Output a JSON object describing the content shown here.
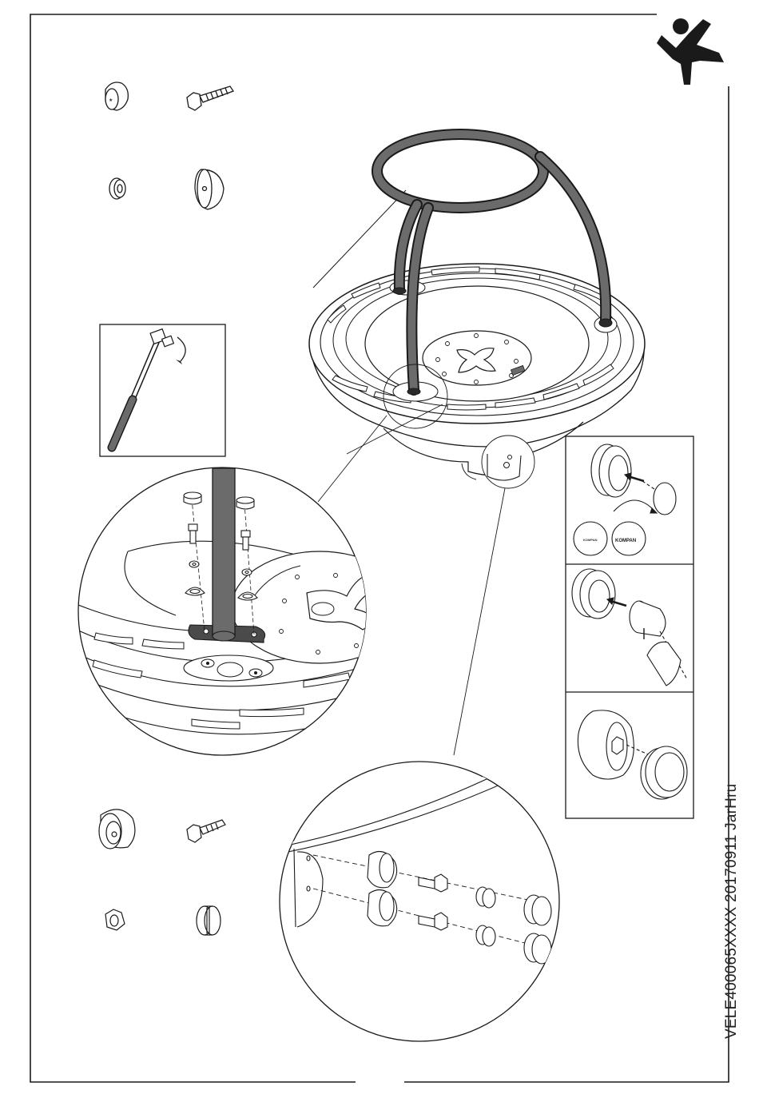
{
  "document": {
    "doc_code": "VELE400065XXXX  20170911  JarHru",
    "colors": {
      "line": "#1a1a1a",
      "tube": "#6b6b6b",
      "tube_dark": "#2a2a2a",
      "plate": "#4a4a4a",
      "paper": "#ffffff"
    }
  },
  "icons": {
    "brand": "kompan-figure-icon",
    "parts_top": [
      "cap-nut-icon",
      "hex-bolt-icon",
      "washer-icon",
      "dome-cover-icon"
    ],
    "parts_bottom": [
      "dome-cap-icon",
      "hex-bolt-icon",
      "hex-nut-icon",
      "threaded-cap-icon"
    ],
    "tool": "torque-wrench-icon"
  },
  "panels": {
    "cap_step1": {
      "badge_small": "KOMPAN",
      "badge_large": "KOMPAN"
    }
  }
}
